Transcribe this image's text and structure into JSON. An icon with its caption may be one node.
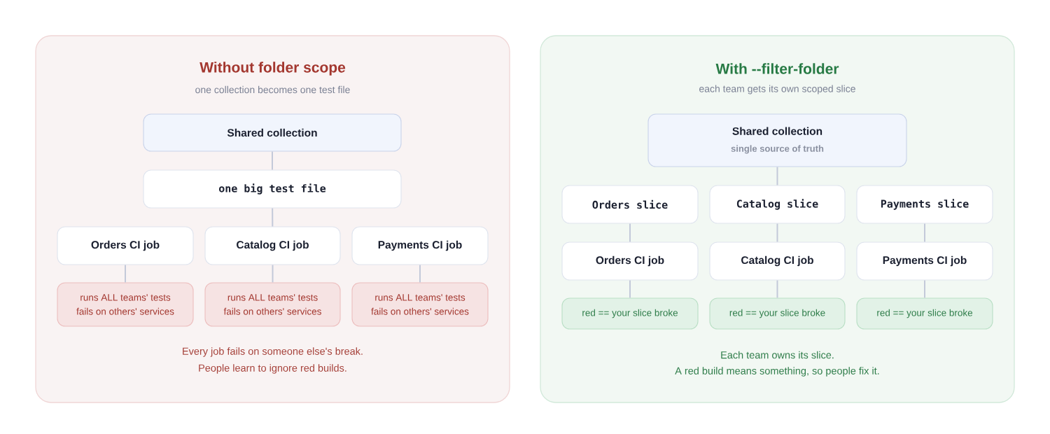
{
  "diagram": {
    "nodes": [
      {
        "text": [
          "Without folder scope",
          "one collection becomes one test file",
          "Every job fails on someone else's break.",
          "People learn to ignore red builds."
        ]
      },
      {
        "text": [
          "Shared collection"
        ],
        "in": 0
      },
      {
        "text": [
          "one big test file"
        ],
        "in": 0
      },
      {
        "text": [
          "Orders CI job"
        ],
        "in": 0
      },
      {
        "text": [
          "Catalog CI job"
        ],
        "in": 0
      },
      {
        "text": [
          "Payments CI job"
        ],
        "in": 0
      },
      {
        "text": [
          "runs ALL teams' tests",
          "fails on others' services"
        ],
        "in": 0
      },
      {
        "text": [
          "runs ALL teams' tests",
          "fails on others' services"
        ],
        "in": 0
      },
      {
        "text": [
          "runs ALL teams' tests",
          "fails on others' services"
        ],
        "in": 0
      },
      {
        "text": [
          "With --filter-folder",
          "each team gets its own scoped slice",
          "Each team owns its slice.",
          "A red build means something, so people fix it."
        ]
      },
      {
        "text": [
          "Shared collection",
          "single source of truth"
        ],
        "in": 9
      },
      {
        "text": [
          "Orders slice"
        ],
        "in": 9
      },
      {
        "text": [
          "Catalog slice"
        ],
        "in": 9
      },
      {
        "text": [
          "Payments slice"
        ],
        "in": 9
      },
      {
        "text": [
          "Orders CI job"
        ],
        "in": 9
      },
      {
        "text": [
          "Catalog CI job"
        ],
        "in": 9
      },
      {
        "text": [
          "Payments CI job"
        ],
        "in": 9
      },
      {
        "text": [
          "red == your slice broke"
        ],
        "in": 9
      },
      {
        "text": [
          "red == your slice broke"
        ],
        "in": 9
      },
      {
        "text": [
          "red == your slice broke"
        ],
        "in": 9
      }
    ],
    "edges": [
      {
        "from": 1,
        "to": 2,
        "arrow": "none"
      },
      {
        "from": 2,
        "to": 4,
        "arrow": "none"
      },
      {
        "from": 3,
        "to": 6,
        "arrow": "none"
      },
      {
        "from": 4,
        "to": 7,
        "arrow": "none"
      },
      {
        "from": 5,
        "to": 8,
        "arrow": "none"
      },
      {
        "from": 10,
        "to": 12,
        "arrow": "none"
      },
      {
        "from": 11,
        "to": 14,
        "arrow": "none"
      },
      {
        "from": 12,
        "to": 15,
        "arrow": "none"
      },
      {
        "from": 13,
        "to": 16,
        "arrow": "none"
      },
      {
        "from": 14,
        "to": 17,
        "arrow": "none"
      },
      {
        "from": 15,
        "to": 18,
        "arrow": "none"
      },
      {
        "from": 16,
        "to": 19,
        "arrow": "none"
      }
    ]
  }
}
